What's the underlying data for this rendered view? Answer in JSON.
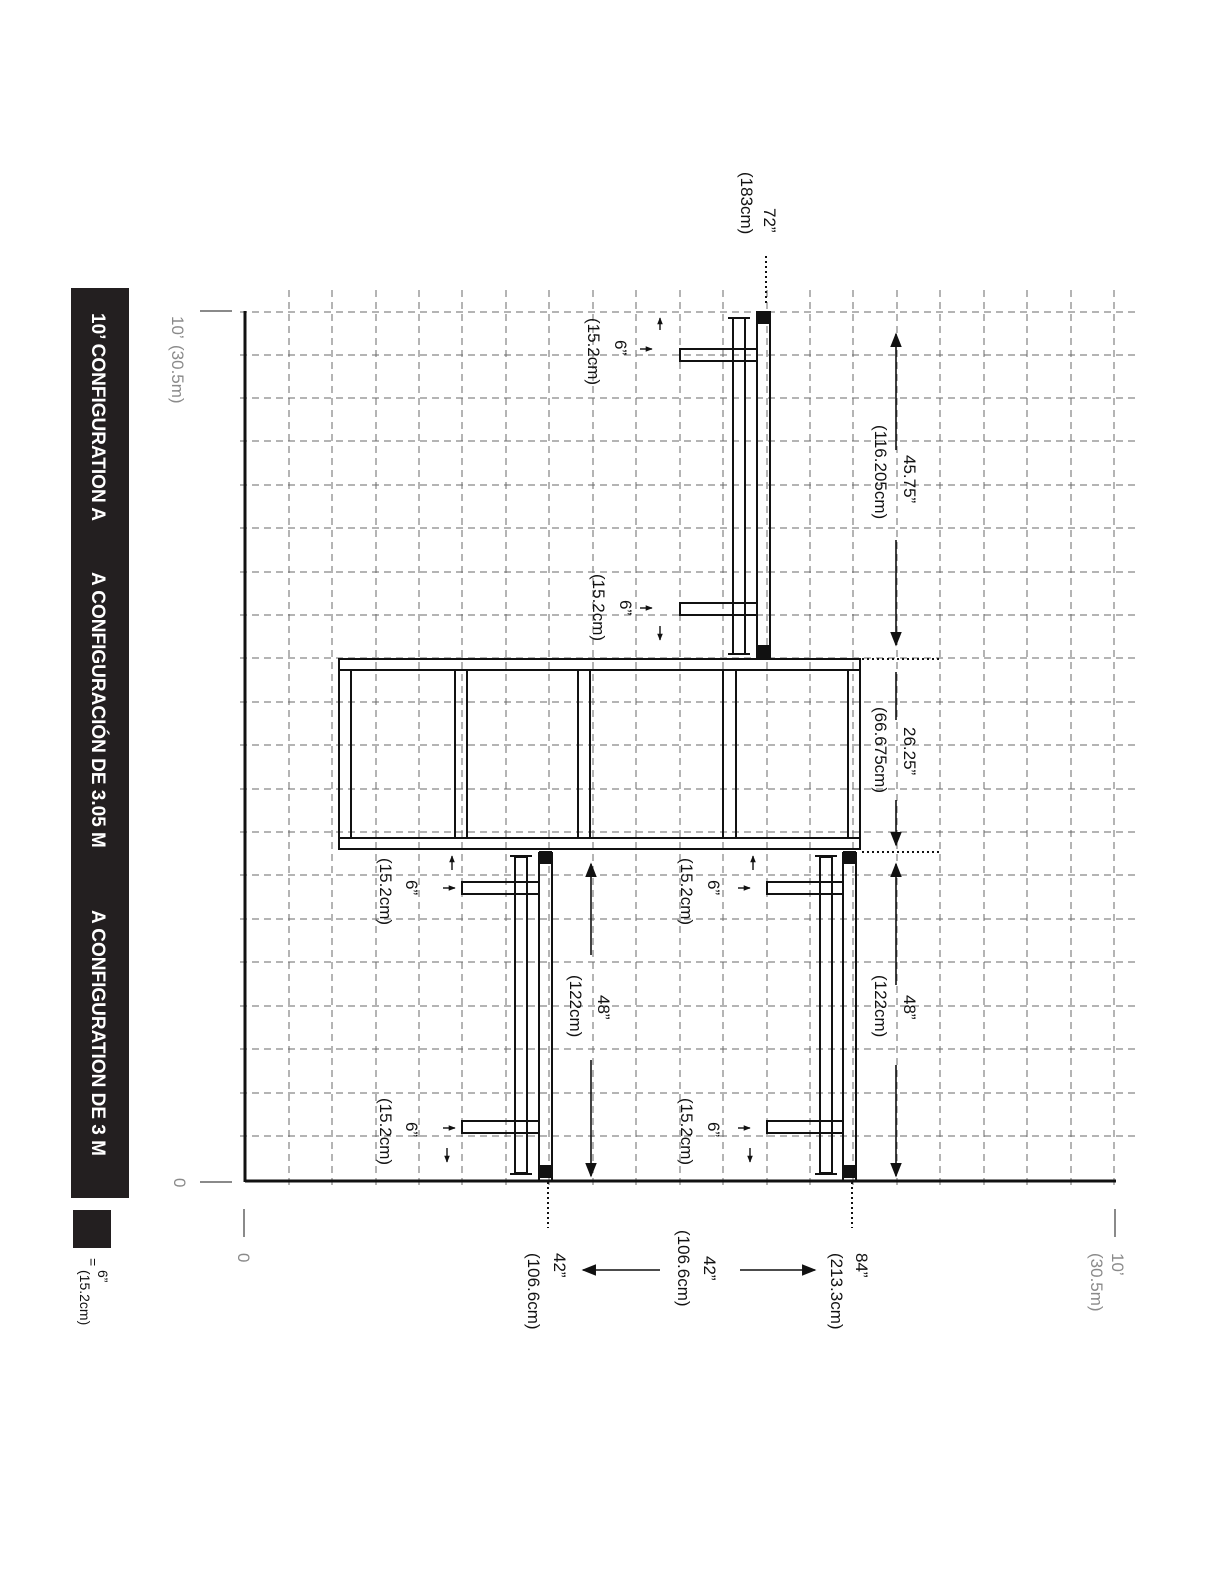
{
  "header": {
    "title_en": "10’ CONFIGURATION A",
    "title_es": "A CONFIGURACIÓN DE 3.05 M",
    "title_fr": "A CONFIGURATION DE 3 M",
    "bg_color": "#231f20"
  },
  "legend": {
    "equals": "=",
    "value": "6”",
    "metric": "(15.2cm)"
  },
  "scale": {
    "top_left_value": "10’",
    "top_left_metric": "(30.5m)",
    "top_left_zero": "0",
    "bottom_zero": "0",
    "bottom_right_value": "10’",
    "bottom_right_metric": "(30.5m)"
  },
  "dimensions": {
    "top_72": {
      "value": "72”",
      "metric": "(183cm)"
    },
    "span_4575": {
      "value": "45.75”",
      "metric": "(116.205cm)"
    },
    "span_2625": {
      "value": "26.25”",
      "metric": "(66.675cm)"
    },
    "span_48_right": {
      "value": "48”",
      "metric": "(122cm)"
    },
    "span_48_left": {
      "value": "48”",
      "metric": "(122cm)"
    },
    "six_top_1": {
      "value": "6”",
      "metric": "(15.2cm)"
    },
    "six_top_2": {
      "value": "6”",
      "metric": "(15.2cm)"
    },
    "six_left_1": {
      "value": "6”",
      "metric": "(15.2cm)"
    },
    "six_left_2": {
      "value": "6”",
      "metric": "(15.2cm)"
    },
    "six_right_1": {
      "value": "6”",
      "metric": "(15.2cm)"
    },
    "six_right_2": {
      "value": "6”",
      "metric": "(15.2cm)"
    },
    "bottom_84": {
      "value": "84”",
      "metric": "(213.3cm)"
    },
    "bottom_42_mid": {
      "value": "42”",
      "metric": "(106.6cm)"
    },
    "bottom_42_left": {
      "value": "42”",
      "metric": "(106.6cm)"
    }
  },
  "colors": {
    "line": "#111111",
    "grid": "#6a6a6a",
    "scale_text": "#8a8a8a"
  }
}
